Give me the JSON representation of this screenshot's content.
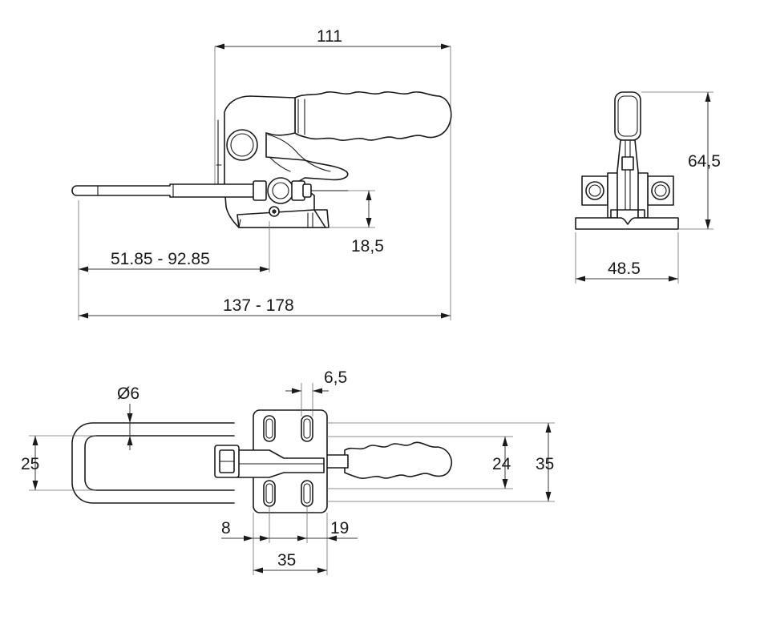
{
  "dimensions": {
    "overall_height_side": "111",
    "stroke_range": "51.85 - 92.85",
    "overall_length": "137 - 178",
    "base_height": "18,5",
    "front_height": "64,5",
    "front_width": "48.5",
    "bar_diameter": "Ø6",
    "slot_width": "6,5",
    "bar_span": "25",
    "hole_spacing_vertical": "24",
    "base_height_top": "35",
    "slot_offset": "8",
    "slot_pitch": "19",
    "base_width": "35"
  }
}
